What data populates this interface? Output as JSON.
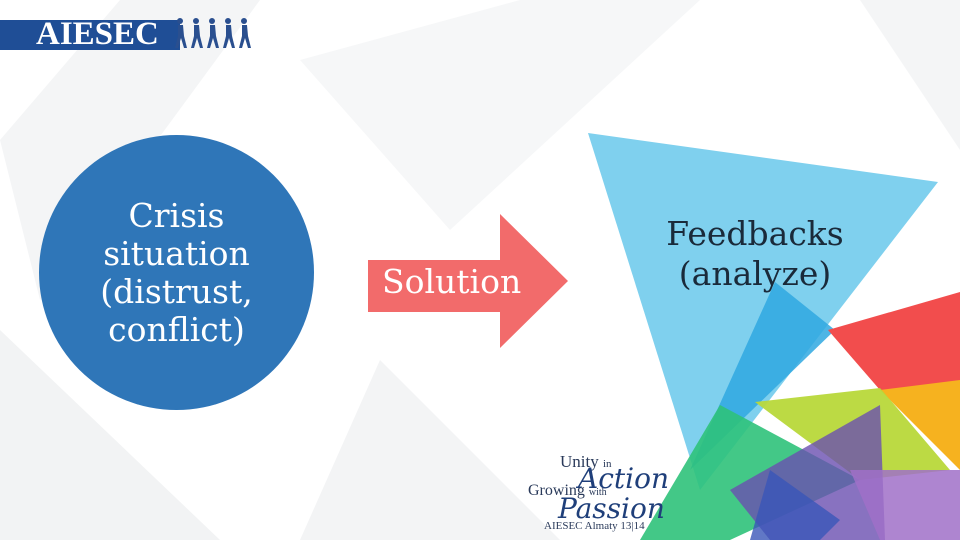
{
  "logo": {
    "text": "AIESEC"
  },
  "circle": {
    "lines": [
      "Crisis",
      "situation",
      "(distrust,",
      "conflict)"
    ]
  },
  "arrow": {
    "label": "Solution"
  },
  "triangle": {
    "lines": [
      "Feedbacks",
      "(analyze)"
    ]
  },
  "slogan": {
    "line1": "Unity",
    "line1_small": "in",
    "line2": "Action",
    "line3": "Growing",
    "line3_small": "with",
    "line4": "Passion",
    "line5": "AIESEC Almaty 13|14"
  },
  "colors": {
    "circle": "#2f76b8",
    "arrow": "#f26b6b",
    "triangle": "#7fd0ee",
    "logo_bar": "#1f4e96"
  }
}
